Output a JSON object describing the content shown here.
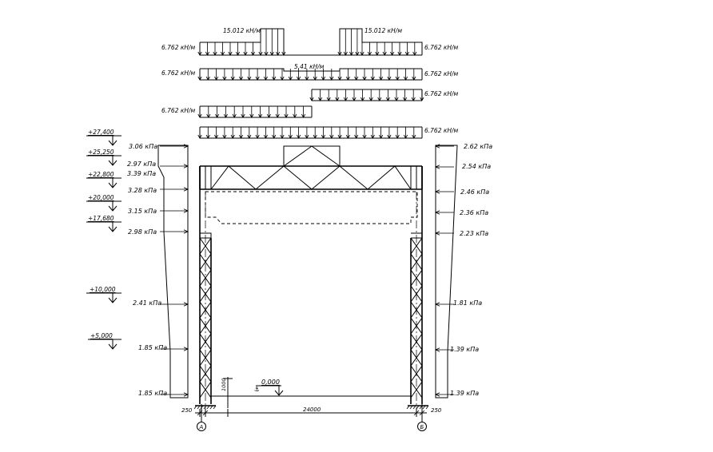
{
  "loads": {
    "r1_left_value": "15.012 кН/м",
    "r1_right_value": "15.012 кН/м",
    "r1_left_end": "6.762 кН/м",
    "r1_right_end": "6.762 кН/м",
    "r2_left_end": "6.762 кН/м",
    "r2_mid": "5.41 кН/м",
    "r2_right_end": "6.762 кН/м",
    "r3_right_end": "6.762 кН/м",
    "r4_left_end": "6.762 кН/м",
    "r5_right_end": "6.762 кН/м"
  },
  "elevations": [
    "+27,400",
    "+25,250",
    "+22,800",
    "+20,000",
    "+17,680",
    "+10,000",
    "+5,000"
  ],
  "wind_left": [
    "3.06 кПа",
    "2.97 кПа",
    "3.39 кПа",
    "3.28 кПа",
    "3.15 кПа",
    "2.98 кПа",
    "2.41 кПа",
    "1.85 кПа",
    "1.85 кПа"
  ],
  "wind_right": [
    "2.62 кПа",
    "2.54 кПа",
    "2.46 кПа",
    "2.36 кПа",
    "2.23 кПа",
    "1.81 кПа",
    "1.39 кПа",
    "1.39 кПа"
  ],
  "dims": {
    "left_offset": "250",
    "span": "24000",
    "right_offset": "250",
    "base_height": "1000",
    "zero_level": "0,000"
  },
  "axes": {
    "left": "А",
    "right": "Б"
  }
}
